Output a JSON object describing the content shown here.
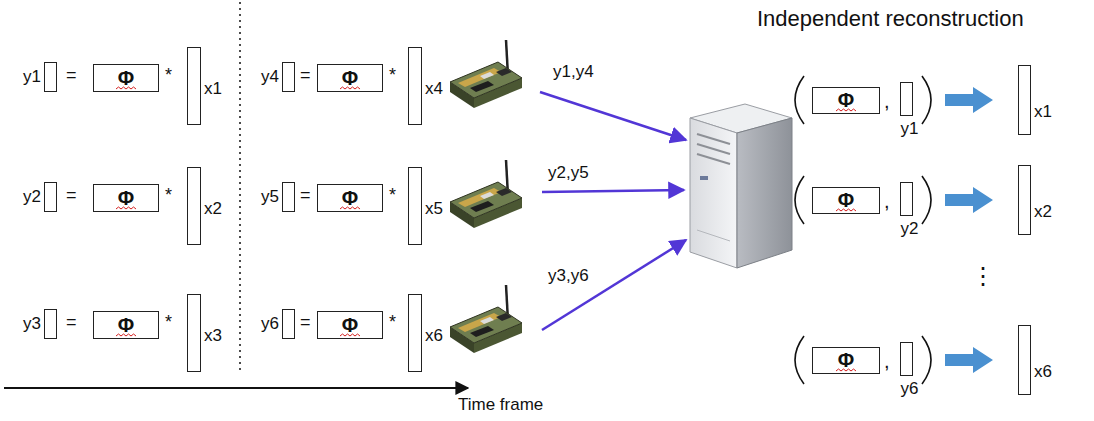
{
  "diagram": {
    "nodes": [
      {
        "text": [
          "y1"
        ]
      },
      {
        "text": [
          "Φ"
        ]
      },
      {
        "text": [
          "x1"
        ]
      },
      {
        "text": [
          "y4"
        ]
      },
      {
        "text": [
          "Φ"
        ]
      },
      {
        "text": [
          "x4"
        ]
      },
      {
        "text": [
          "Φ"
        ]
      },
      {
        "text": [
          "y1"
        ]
      },
      {
        "text": [
          "x1"
        ]
      },
      {
        "text": [
          "y2"
        ]
      },
      {
        "text": [
          "Φ"
        ]
      },
      {
        "text": [
          "x2"
        ]
      },
      {
        "text": [
          "y5"
        ]
      },
      {
        "text": [
          "Φ"
        ]
      },
      {
        "text": [
          "x5"
        ]
      },
      {
        "text": [
          "Φ"
        ]
      },
      {
        "text": [
          "y2"
        ]
      },
      {
        "text": [
          "x2"
        ]
      },
      {
        "text": [
          "y3"
        ]
      },
      {
        "text": [
          "Φ"
        ]
      },
      {
        "text": [
          "x3"
        ]
      },
      {
        "text": [
          "y6"
        ]
      },
      {
        "text": [
          "Φ"
        ]
      },
      {
        "text": [
          "x6"
        ]
      },
      {
        "text": [
          "Φ"
        ]
      },
      {
        "text": [
          "y6"
        ]
      },
      {
        "text": [
          "x6"
        ]
      }
    ],
    "labels": [
      "=",
      "*",
      "=",
      "*",
      "Independent reconstruction",
      "y1,y4",
      ",",
      "=",
      "*",
      "=",
      "*",
      "y2,y5",
      ",",
      "=",
      "*",
      "=",
      "*",
      "y3,y6",
      "⋮",
      ",",
      "Time frame"
    ]
  }
}
